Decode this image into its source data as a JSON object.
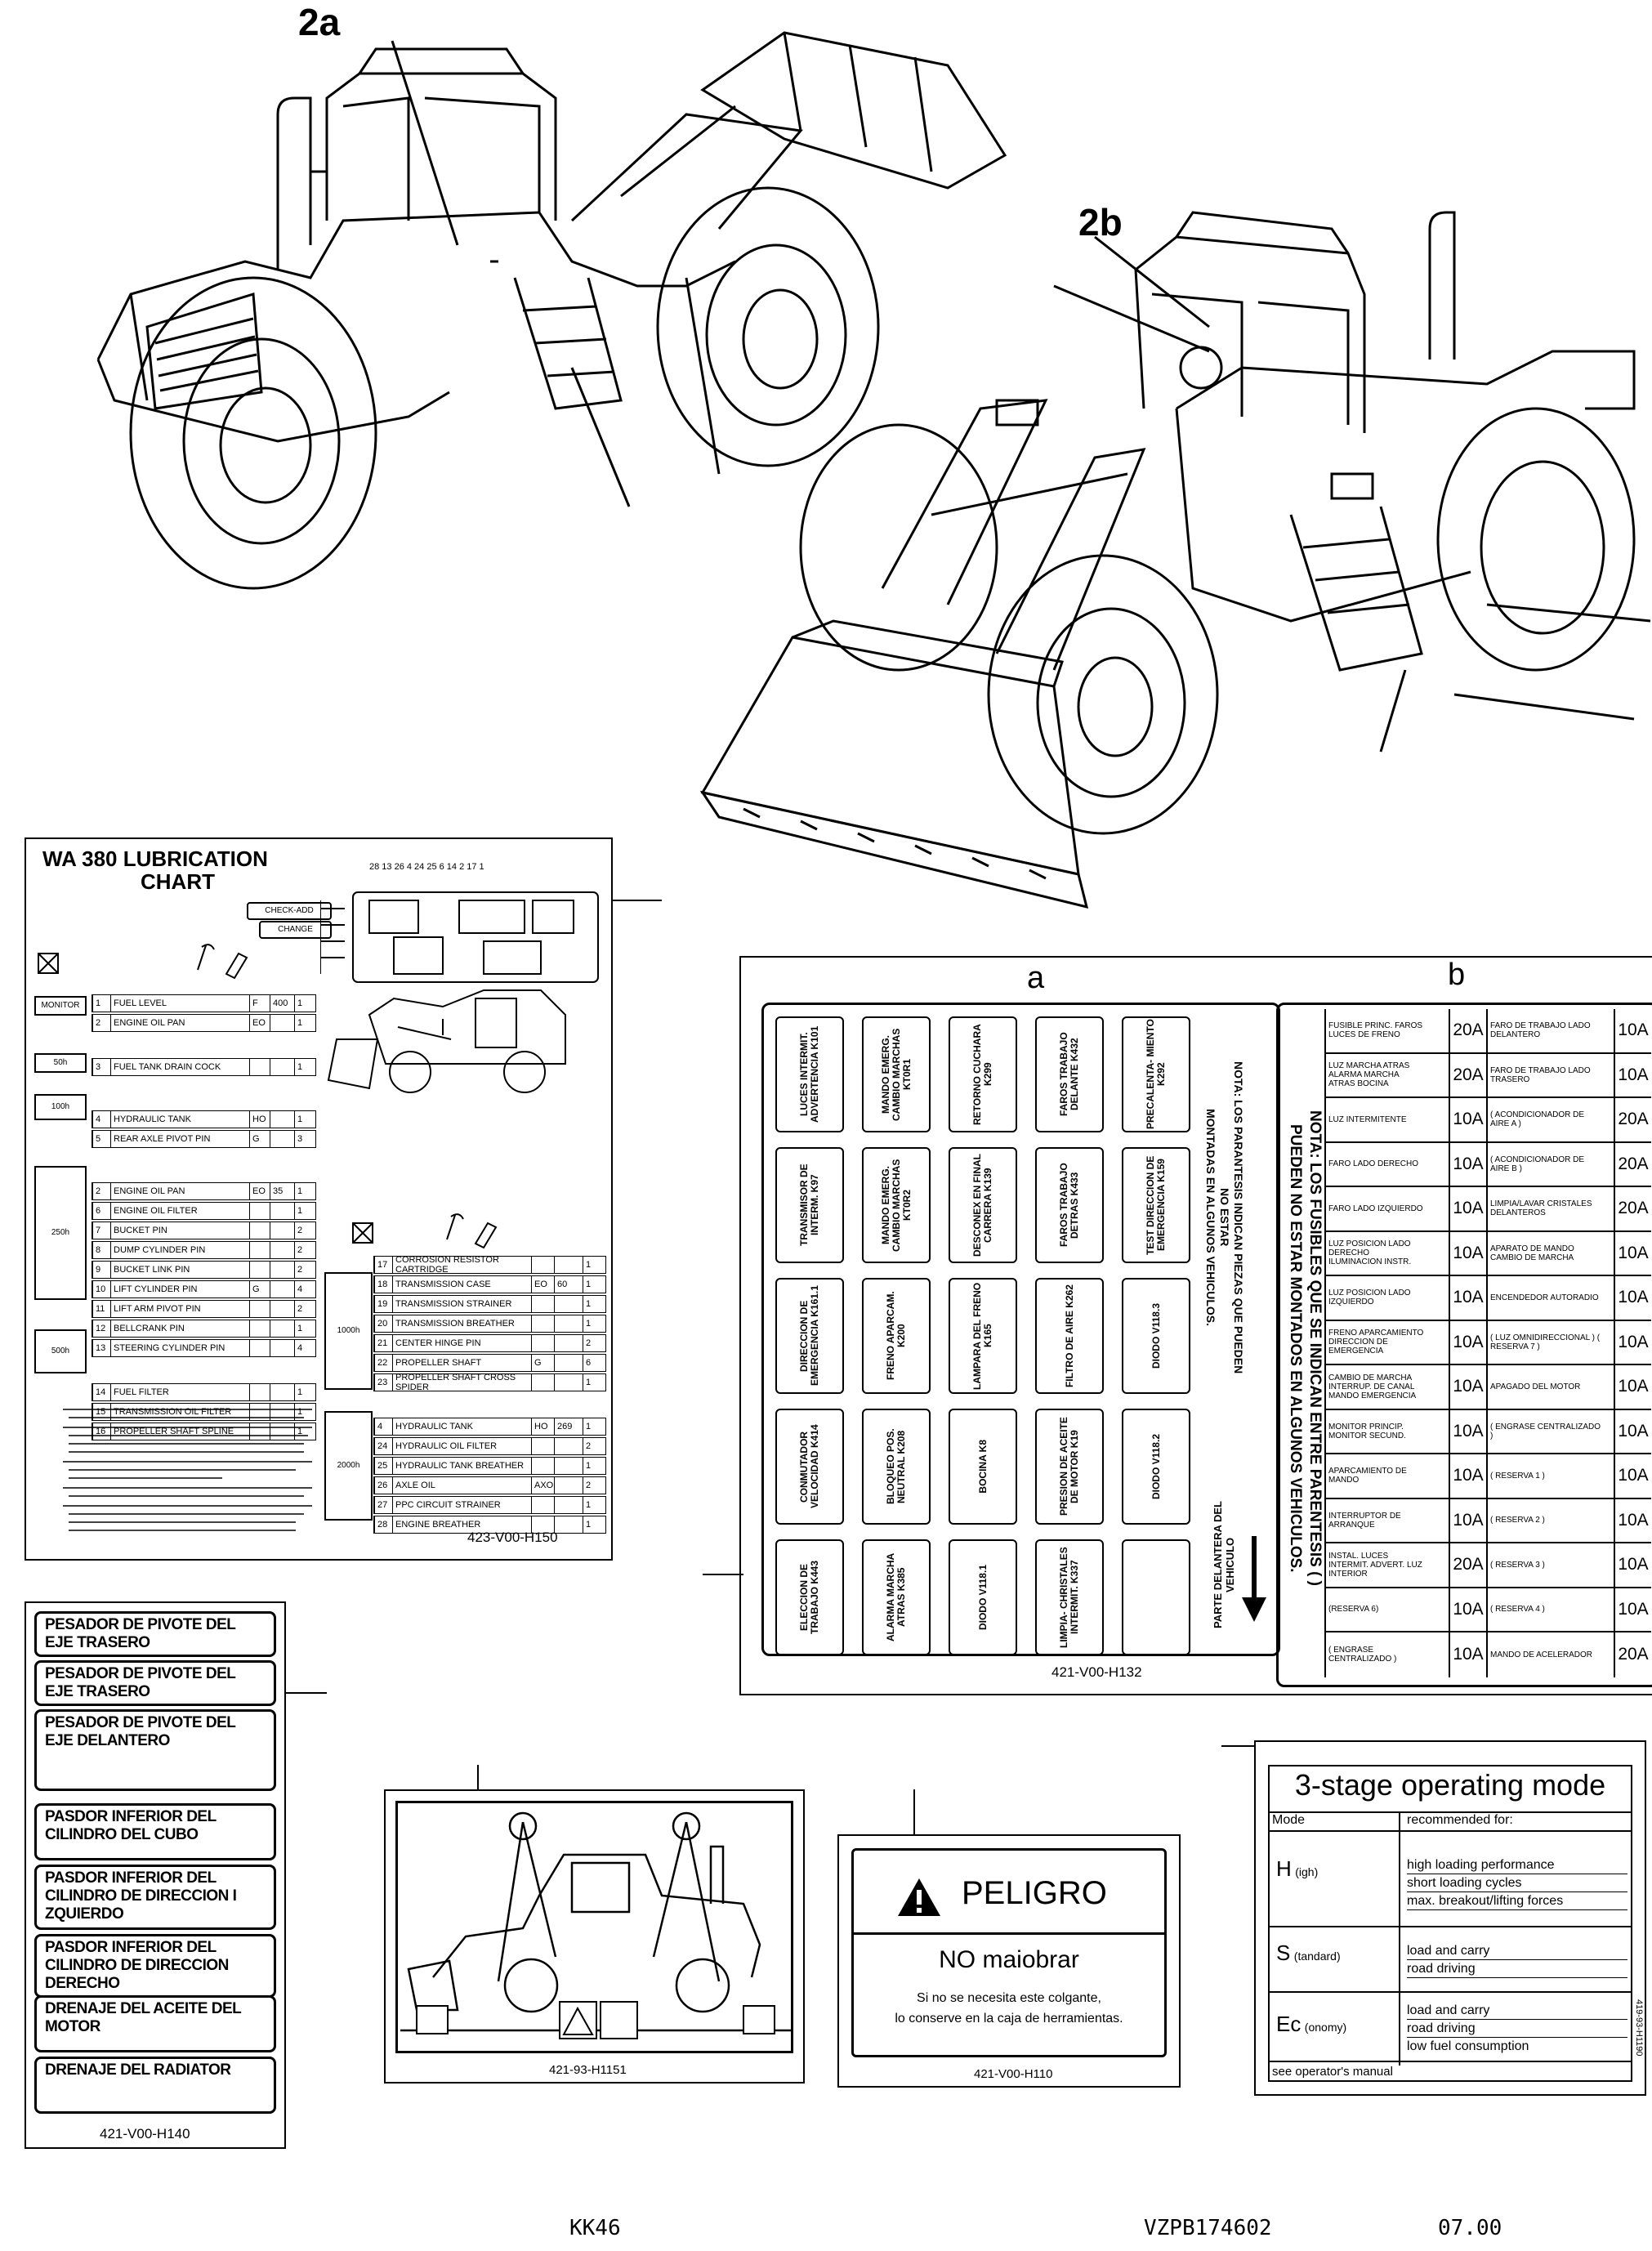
{
  "callouts": {
    "a2": "2a",
    "b2": "2b"
  },
  "lube": {
    "title1": "WA 380   LUBRICATION",
    "title2": "CHART",
    "btn_check": "CHECK-ADD",
    "btn_change": "CHANGE",
    "part_no": "423-V00-H150",
    "left_rows": [
      {
        "n": "1",
        "t": "FUEL LEVEL",
        "c": "F",
        "q": "400",
        "k": "1"
      },
      {
        "n": "2",
        "t": "ENGINE OIL PAN",
        "c": "EO",
        "q": "",
        "k": "1"
      },
      {
        "n": "3",
        "t": "FUEL TANK DRAIN COCK",
        "c": "",
        "q": "",
        "k": "1"
      },
      {
        "n": "4",
        "t": "HYDRAULIC TANK",
        "c": "HO",
        "q": "",
        "k": "1"
      },
      {
        "n": "5",
        "t": "REAR AXLE PIVOT PIN",
        "c": "G",
        "q": "",
        "k": "3"
      },
      {
        "n": "2",
        "t": "ENGINE OIL PAN",
        "c": "EO",
        "q": "35",
        "k": "1"
      },
      {
        "n": "6",
        "t": "ENGINE OIL FILTER",
        "c": "",
        "q": "",
        "k": "1"
      },
      {
        "n": "7",
        "t": "BUCKET PIN",
        "c": "",
        "q": "",
        "k": "2"
      },
      {
        "n": "8",
        "t": "DUMP CYLINDER PIN",
        "c": "",
        "q": "",
        "k": "2"
      },
      {
        "n": "9",
        "t": "BUCKET LINK PIN",
        "c": "",
        "q": "",
        "k": "2"
      },
      {
        "n": "10",
        "t": "LIFT CYLINDER PIN",
        "c": "G",
        "q": "",
        "k": "4"
      },
      {
        "n": "11",
        "t": "LIFT ARM PIVOT PIN",
        "c": "",
        "q": "",
        "k": "2"
      },
      {
        "n": "12",
        "t": "BELLCRANK PIN",
        "c": "",
        "q": "",
        "k": "1"
      },
      {
        "n": "13",
        "t": "STEERING CYLINDER PIN",
        "c": "",
        "q": "",
        "k": "4"
      },
      {
        "n": "14",
        "t": "FUEL FILTER",
        "c": "",
        "q": "",
        "k": "1"
      },
      {
        "n": "15",
        "t": "TRANSMISSION OIL FILTER",
        "c": "",
        "q": "",
        "k": "1"
      },
      {
        "n": "16",
        "t": "PROPELLER SHAFT SPLINE",
        "c": "",
        "q": "",
        "k": "1"
      }
    ],
    "right_rows": [
      {
        "n": "17",
        "t": "CORROSION RESISTOR CARTRIDGE",
        "k": "1"
      },
      {
        "n": "18",
        "t": "TRANSMISSION CASE",
        "c": "EO",
        "q": "60",
        "k": "1"
      },
      {
        "n": "19",
        "t": "TRANSMISSION STRAINER",
        "k": "1"
      },
      {
        "n": "20",
        "t": "TRANSMISSION BREATHER",
        "k": "1"
      },
      {
        "n": "21",
        "t": "CENTER HINGE PIN",
        "k": "2"
      },
      {
        "n": "22",
        "t": "PROPELLER SHAFT",
        "c": "G",
        "k": "6"
      },
      {
        "n": "23",
        "t": "PROPELLER SHAFT CROSS SPIDER",
        "k": "1"
      },
      {
        "n": "4",
        "t": "HYDRAULIC TANK",
        "c": "HO",
        "q": "269",
        "k": "1"
      },
      {
        "n": "24",
        "t": "HYDRAULIC OIL FILTER",
        "k": "2"
      },
      {
        "n": "25",
        "t": "HYDRAULIC TANK BREATHER",
        "k": "1"
      },
      {
        "n": "26",
        "t": "AXLE OIL",
        "c": "AXO",
        "q": "",
        "k": "2"
      },
      {
        "n": "27",
        "t": "PPC CIRCUIT STRAINER",
        "k": "1"
      },
      {
        "n": "28",
        "t": "ENGINE BREATHER",
        "k": "1"
      }
    ],
    "intervals": [
      "MONITOR",
      "50h",
      "100h",
      "250h",
      "500h",
      "1000h",
      "2000h"
    ],
    "diag_nums": "28 13 26 4 24 25 6 14 2 17 1"
  },
  "fuse": {
    "label_a": "a",
    "label_b": "b",
    "part_no": "421-V00-H132",
    "grid": [
      [
        "LUCES INTERMIT. ADVERTENCIA K101",
        "MANDO EMERG. CAMBIO MARCHAS KT0R1",
        "RETORNO CUCHARA K299",
        "FAROS TRABAJO DELANTE K432",
        "PRECALENTA- MIENTO K292"
      ],
      [
        "TRANSMISOR DE INTERM. K97",
        "MANDO EMERG. CAMBIO MARCHAS KT0R2",
        "DESCONEX EN FINAL CARRERA K139",
        "FAROS TRABAJO DETRAS K433",
        "TEST DIRECCION DE EMERGENCIA K159"
      ],
      [
        "DIRECCION DE EMERGENCIA K161.1",
        "FRENO APARCAM. K200",
        "LAMPARA DEL FRENO K165",
        "FILTRO DE AIRE K262",
        "DIODO V118.3"
      ],
      [
        "CONMUTADOR VELOCIDAD K414",
        "BLOQUEO POS. NEUTRAL K208",
        "BOCINA K8",
        "PRESION DE ACEITE DE MOTOR K19",
        "DIODO V118.2"
      ],
      [
        "ELECCION DE TRABAJO K443",
        "ALARMA MARCHA ATRAS K385",
        "DIODO V118.1",
        "LIMPIA- CHRISTALES INTERMIT. K337",
        ""
      ]
    ],
    "note1": "NOTA: LOS PARANTESIS INDICAN PIEZAS QUE PUEDEN NO ESTAR",
    "note2": "MONTADAS EN ALGUNOS VEHICULOS.",
    "front": "PARTE DELANTERA DEL VEHICULO",
    "note_b1": "NOTA: LOS FUSIBLES QUE SE INDICAN ENTRE PARENTESIS ( )",
    "note_b2": "PUEDEN NO ESTAR MONTADOS EN ALGUNOS VEHICULOS.",
    "table": [
      [
        "FUSIBLE PRINC. FAROS LUCES DE FRENO",
        "20A",
        "FARO DE TRABAJO LADO DELANTERO",
        "10A"
      ],
      [
        "LUZ MARCHA ATRAS ALARMA MARCHA ATRAS BOCINA",
        "20A",
        "FARO DE TRABAJO LADO TRASERO",
        "10A"
      ],
      [
        "LUZ INTERMITENTE",
        "10A",
        "( ACONDICIONADOR DE AIRE A )",
        "20A"
      ],
      [
        "FARO LADO DERECHO",
        "10A",
        "( ACONDICIONADOR DE AIRE B )",
        "20A"
      ],
      [
        "FARO LADO IZQUIERDO",
        "10A",
        "LIMPIA/LAVAR CRISTALES DELANTEROS",
        "20A"
      ],
      [
        "LUZ POSICION LADO DERECHO ILUMINACION INSTR.",
        "10A",
        "APARATO DE MANDO CAMBIO DE MARCHA",
        "10A"
      ],
      [
        "LUZ POSICION LADO IZQUIERDO",
        "10A",
        "ENCENDEDOR AUTORADIO",
        "10A"
      ],
      [
        "FRENO APARCAMIENTO DIRECCION DE EMERGENCIA",
        "10A",
        "( LUZ OMNIDIRECCIONAL ) ( RESERVA 7 )",
        "10A"
      ],
      [
        "CAMBIO DE MARCHA INTERRUP. DE CANAL MANDO EMERGENCIA",
        "10A",
        "APAGADO DEL MOTOR",
        "10A"
      ],
      [
        "MONITOR PRINCIP. MONITOR SECUND.",
        "10A",
        "( ENGRASE CENTRALIZADO )",
        "10A"
      ],
      [
        "APARCAMIENTO DE MANDO",
        "10A",
        "( RESERVA 1 )",
        "10A"
      ],
      [
        "INTERRUPTOR DE ARRANQUE",
        "10A",
        "( RESERVA 2 )",
        "10A"
      ],
      [
        "INSTAL. LUCES INTERMIT. ADVERT. LUZ INTERIOR",
        "20A",
        "( RESERVA 3 )",
        "10A"
      ],
      [
        "(RESERVA 6)",
        "10A",
        "( RESERVA 4 )",
        "10A"
      ],
      [
        "( ENGRASE CENTRALIZADO )",
        "10A",
        "MANDO DE ACELERADOR",
        "20A"
      ]
    ]
  },
  "spanish_labels": {
    "items": [
      "PESADOR DE PIVOTE DEL EJE TRASERO",
      "PESADOR DE PIVOTE DEL EJE TRASERO",
      "PESADOR DE PIVOTE DEL EJE DELANTERO",
      "PASDOR INFERIOR DEL CILINDRO DEL CUBO",
      "PASDOR INFERIOR DEL CILINDRO DE DIRECCION I ZQUIERDO",
      "PASDOR INFERIOR DEL CILINDRO DE DIRECCION DERECHO",
      "DRENAJE DEL ACEITE DEL MOTOR",
      "DRENAJE DEL RADIATOR"
    ],
    "part_no": "421-V00-H140"
  },
  "lift": {
    "part_no": "421-93-H1151"
  },
  "danger": {
    "title": "PELIGRO",
    "sub": "NO maiobrar",
    "line1": "Si no se necesita este colgante,",
    "line2": "lo conserve en la caja de herramientas.",
    "part_no": "421-V00-H110"
  },
  "mode": {
    "title": "3-stage operating mode",
    "col1": "Mode",
    "col2": "recommended for:",
    "h_label": "H",
    "h_suffix": "(igh)",
    "h_items": [
      "high loading performance",
      "short loading cycles",
      "max. breakout/lifting forces"
    ],
    "s_label": "S",
    "s_suffix": "(tandard)",
    "s_items": [
      "load and carry",
      "road driving"
    ],
    "e_label": "Ec",
    "e_suffix": "(onomy)",
    "e_items": [
      "load and carry",
      "road driving",
      "low fuel consumption"
    ],
    "footer": "see operator's manual",
    "side_no": "419-93-H1190"
  },
  "footer": {
    "left": "KK46",
    "mid": "VZPB174602",
    "right": "07.00"
  }
}
